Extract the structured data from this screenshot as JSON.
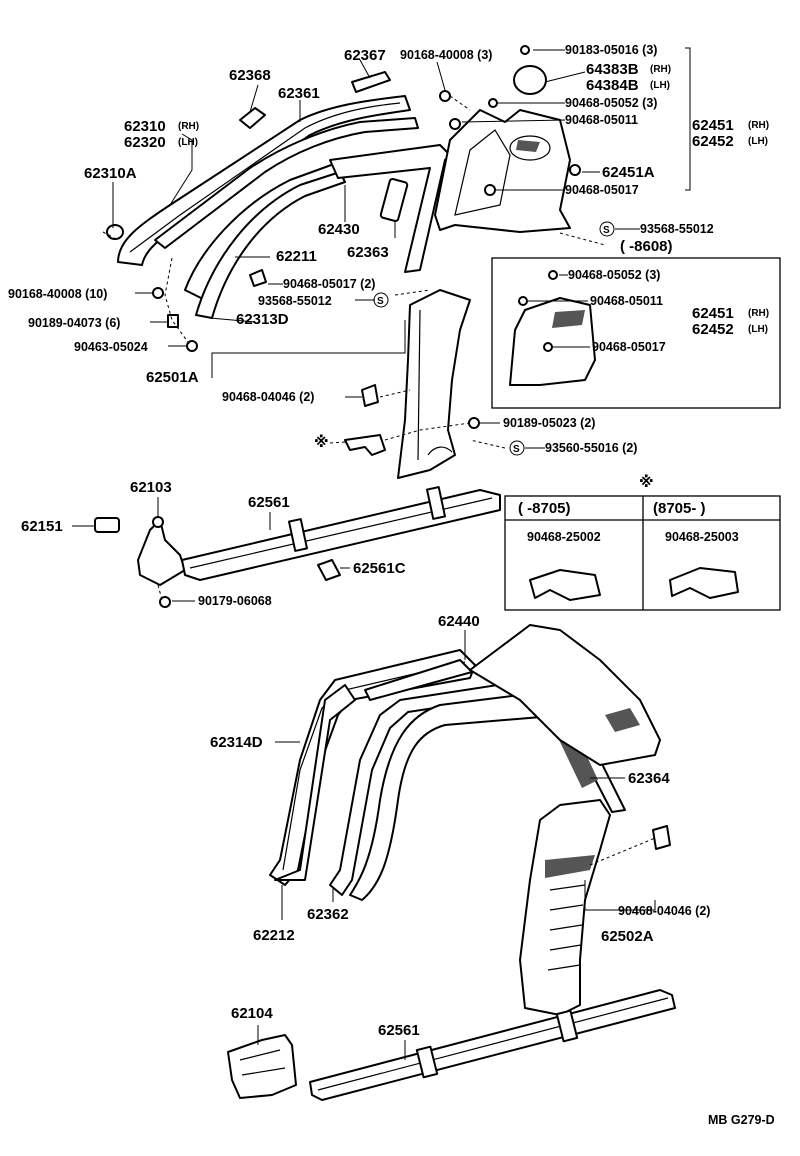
{
  "diagram": {
    "footer_code": "MB  G279-D",
    "note_symbol": "※",
    "s_symbol": "S",
    "labels": {
      "p62368": "62368",
      "p62367": "62367",
      "p90168_40008_3": "90168-40008 (3)",
      "p90183_05016_3": "90183-05016 (3)",
      "p64383B": "64383B",
      "p64383B_side": "(RH)",
      "p64384B": "64384B",
      "p64384B_side": "(LH)",
      "p62361": "62361",
      "p62310": "62310",
      "p62310_side": "(RH)",
      "p62320": "62320",
      "p62320_side": "(LH)",
      "p90468_05052_3_top": "90468-05052 (3)",
      "p90468_05011_top": "90468-05011",
      "p62451_top": "62451",
      "p62451_top_side": "(RH)",
      "p62452_top": "62452",
      "p62452_top_side": "(LH)",
      "p62310A": "62310A",
      "p62451A": "62451A",
      "p90468_05017_top": "90468-05017",
      "p62430": "62430",
      "p93568_55012_top": "93568-55012",
      "p8608": "(      -8608)",
      "p62363": "62363",
      "p62211": "62211",
      "p90468_05052_3_box": "90468-05052 (3)",
      "p90168_40008_10": "90168-40008 (10)",
      "p90468_05017_2": "90468-05017 (2)",
      "p90468_05011_box": "90468-05011",
      "p93568_55012_mid": "93568-55012",
      "p62451_box": "62451",
      "p62451_box_side": "(RH)",
      "p62452_box": "62452",
      "p62452_box_side": "(LH)",
      "p90189_04073_6": "90189-04073 (6)",
      "p62313D": "62313D",
      "p90468_05017_box": "90468-05017",
      "p90463_05024": "90463-05024",
      "p62501A": "62501A",
      "p90468_04046_2_top": "90468-04046 (2)",
      "p90189_05023_2": "90189-05023 (2)",
      "p93560_55016_2": "93560-55016 (2)",
      "p62103": "62103",
      "p62561_top": "62561",
      "p62151": "62151",
      "p62561C": "62561C",
      "p90179_06068": "90179-06068",
      "table_col1_header": "(         -8705)",
      "table_col2_header": "(8705-         )",
      "table_col1_part": "90468-25002",
      "table_col2_part": "90468-25003",
      "p62440": "62440",
      "p62314D": "62314D",
      "p62364": "62364",
      "p90468_04046_2_bottom": "90468-04046 (2)",
      "p62502A": "62502A",
      "p62212": "62212",
      "p62362": "62362",
      "p62104": "62104",
      "p62561_bottom": "62561"
    }
  }
}
